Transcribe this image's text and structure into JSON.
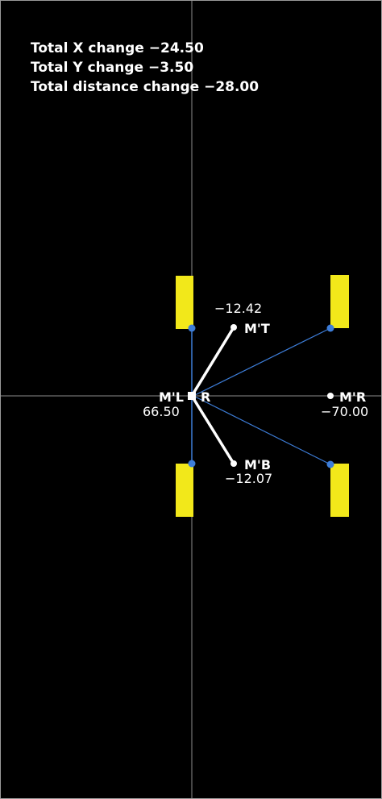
{
  "stats": {
    "x_change": "Total X change −24.50",
    "y_change": "Total Y change −3.50",
    "distance_change": "Total distance change −28.00"
  },
  "labels": {
    "ml": "M'L",
    "r": "R",
    "mt": "M'T",
    "mb": "M'B",
    "mr": "M'R"
  },
  "values": {
    "mt": "−12.42",
    "mb": "−12.07",
    "ml": "66.50",
    "mr": "−70.00"
  },
  "colors": {
    "background": "#000000",
    "axis": "#8c8c8c",
    "link": "#3d7dd8",
    "node": "#ffffff",
    "pad": "#f2e81a"
  }
}
